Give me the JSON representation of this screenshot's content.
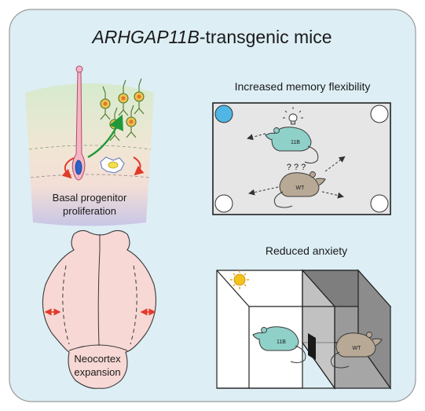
{
  "title": {
    "italic": "ARHGAP11B",
    "rest": "-transgenic mice"
  },
  "cortex": {
    "caption_line1": "Basal progenitor",
    "caption_line2": "proliferation"
  },
  "brain": {
    "caption_line1": "Neocortex",
    "caption_line2": "expansion"
  },
  "memory": {
    "title": "Increased memory flexibility",
    "mouse_11b_label": "11B",
    "mouse_wt_label": "WT",
    "question": "? ? ?"
  },
  "anxiety": {
    "title": "Reduced anxiety",
    "mouse_11b_label": "11B",
    "mouse_wt_label": "WT"
  },
  "colors": {
    "background": "#ddeef5",
    "cortex_top": "#d8ecd2",
    "cortex_mid": "#f3e1d6",
    "cortex_bottom": "#c9c7e6",
    "brain": "#f7d8d4",
    "mouse_11b": "#8fd1c9",
    "mouse_wt": "#b8a996",
    "arrow_green": "#1f9a3a",
    "arrow_red": "#e23a2a",
    "corner_blue": "#4fb6e6",
    "dark_room": "#8c8c8c",
    "sun": "#f4c21b"
  }
}
